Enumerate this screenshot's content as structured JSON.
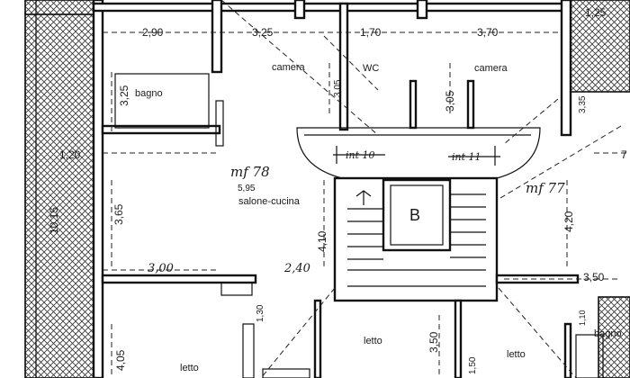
{
  "plan": {
    "rooms": {
      "camera_left": "camera",
      "wc": "WC",
      "camera_right": "camera",
      "bagno_top": "bagno",
      "salone": "salone-cucina",
      "letto_mid": "letto",
      "letto_right": "letto",
      "bagno_bottom": "bagno",
      "letto_left": "letto",
      "stair_label": "B"
    },
    "dimensions": {
      "d_290": "2,90",
      "d_325_top": "3,25",
      "d_170": "1,70",
      "d_370": "3,70",
      "d_125": "1,25",
      "d_325_bagno": "3,25",
      "d_305_left": "3,05",
      "d_305_right": "3,05",
      "d_335": "3,35",
      "d_120": "1,20",
      "d_595": "5,95",
      "d_365": "3,65",
      "d_1015": "10,15",
      "d_410": "4,10",
      "d_420": "4,20",
      "d_7": "7",
      "d_300": "3,00",
      "d_240": "2,40",
      "d_350_right": "3,50",
      "d_130": "1,30",
      "d_405": "4,05",
      "d_350_bottom": "3,50",
      "d_110": "1,10",
      "d_150": "1,50"
    },
    "annotations": {
      "mf78": "mf 78",
      "mf77": "mf 77",
      "int10": "int 10",
      "int11": "int 11"
    }
  }
}
